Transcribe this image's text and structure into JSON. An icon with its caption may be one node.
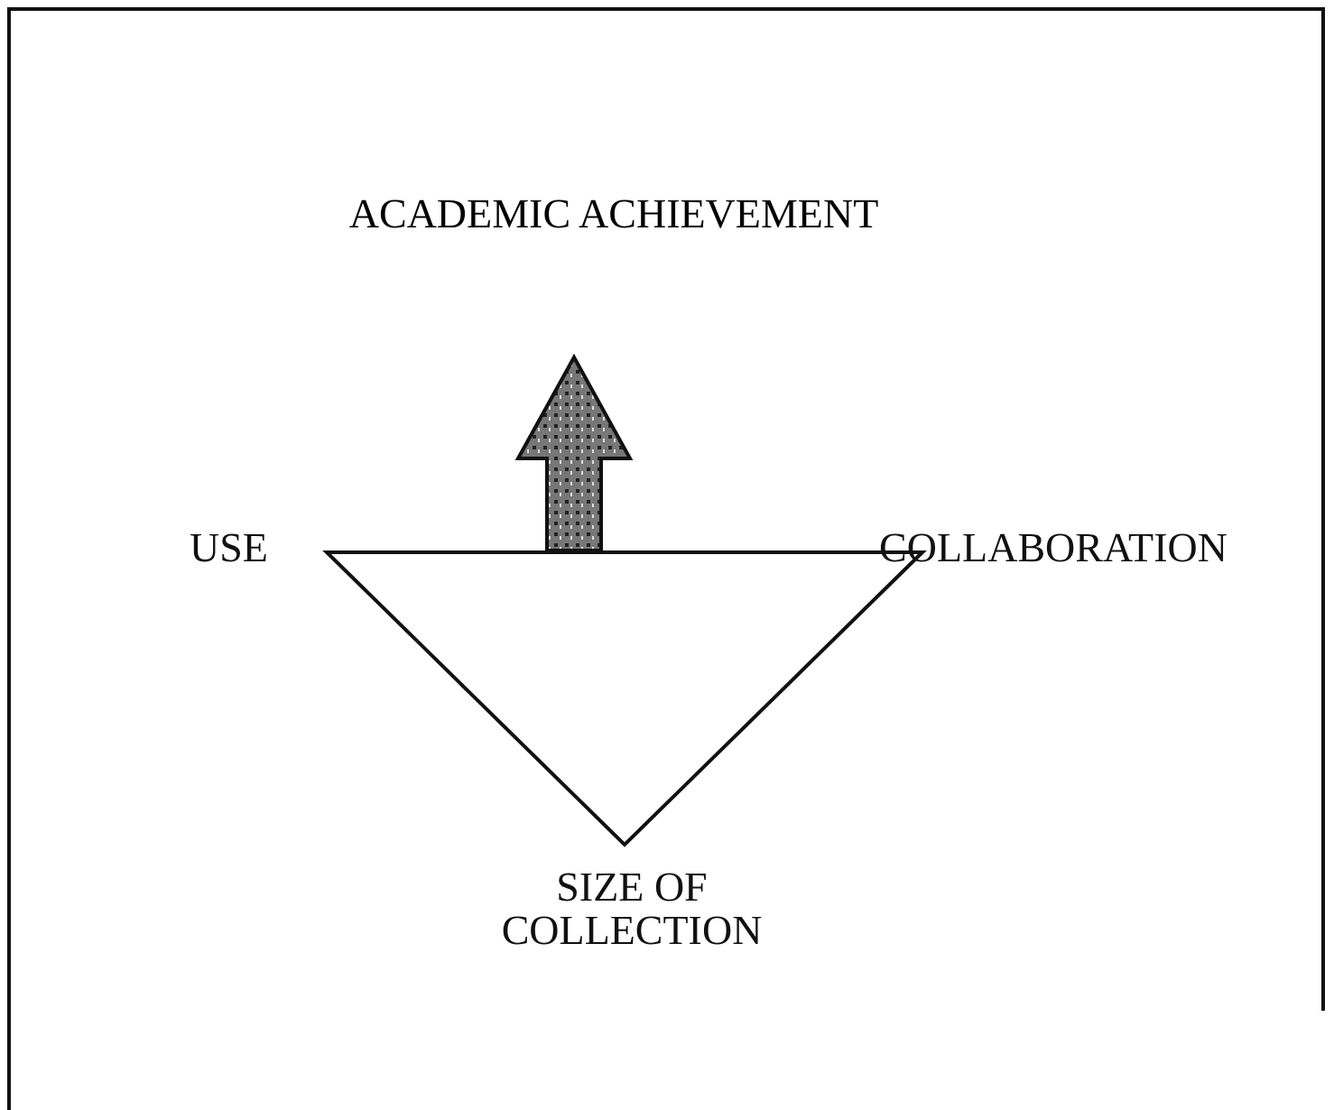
{
  "diagram": {
    "nodes": [
      {
        "text": [
          "ACADEMIC ACHIEVEMENT"
        ]
      },
      {
        "text": [],
        "shape": "triangle"
      }
    ],
    "edges": [
      {
        "from": 1,
        "to": 0,
        "arrow": "to",
        "style": "thick"
      }
    ],
    "labels": [
      "USE",
      "COLLABORATION",
      "SIZE OF COLLECTION"
    ]
  }
}
